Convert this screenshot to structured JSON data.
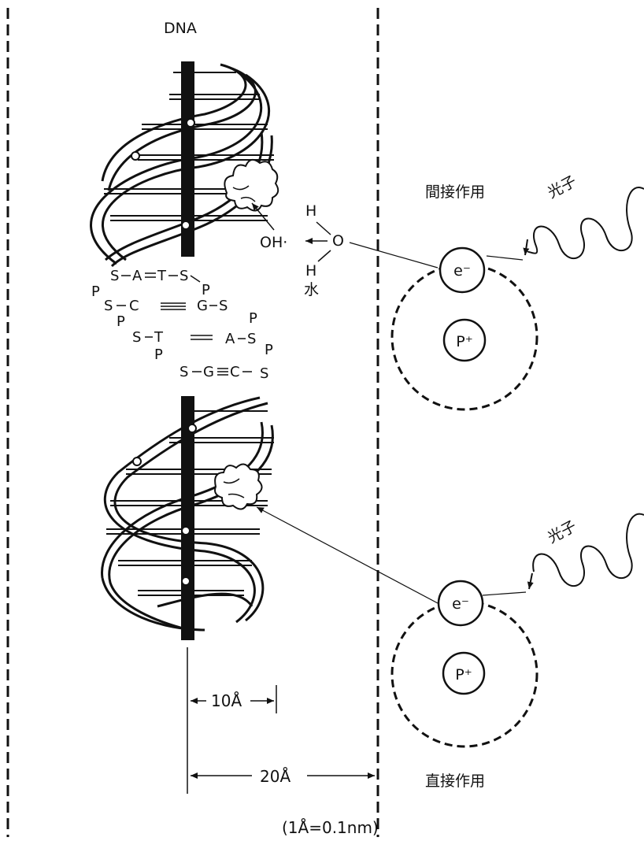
{
  "title": "DNA",
  "water": {
    "h_top": "H",
    "o": "O",
    "h_bottom": "H",
    "label": "水",
    "radical": "OH·"
  },
  "dna_sequence": {
    "row1": [
      "S",
      "A",
      "T",
      "S"
    ],
    "row1_p": [
      "P",
      "P"
    ],
    "row2": [
      "S",
      "C",
      "G",
      "S"
    ],
    "row2_p": [
      "P",
      "P"
    ],
    "row3": [
      "S",
      "T",
      "A",
      "S"
    ],
    "row3_p": [
      "P",
      "P"
    ],
    "row4": [
      "S",
      "G",
      "C",
      "S"
    ]
  },
  "indirect": {
    "label": "間接作用",
    "photon": "光子",
    "electron": "e⁻",
    "proton": "P⁺"
  },
  "direct": {
    "label": "直接作用",
    "photon": "光子",
    "electron": "e⁻",
    "proton": "P⁺"
  },
  "dimensions": {
    "d10": "10Å",
    "d20": "20Å",
    "unit_note": "(1Å=0.1nm)"
  },
  "colors": {
    "ink": "#111111",
    "background": "#ffffff"
  }
}
